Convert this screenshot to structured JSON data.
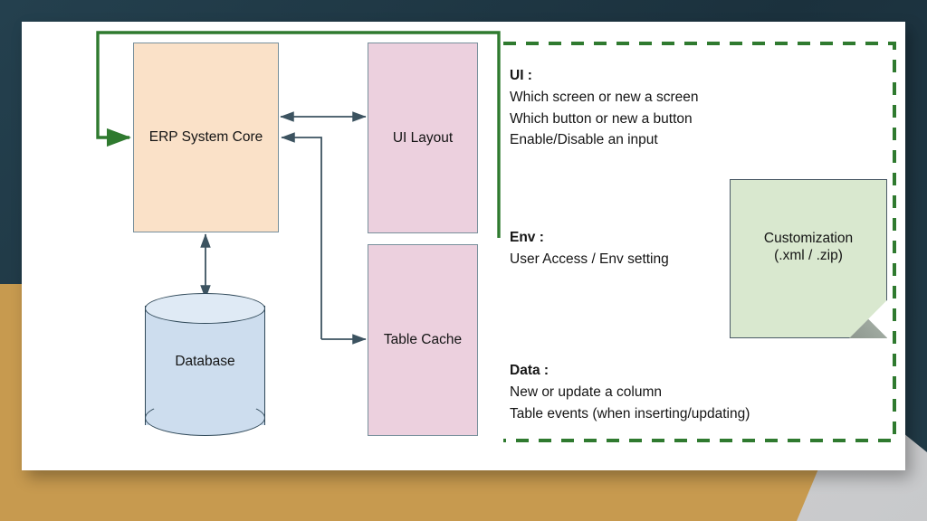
{
  "diagram": {
    "title_context": "ERP customization architecture slide",
    "nodes": {
      "erp_core": {
        "label": "ERP System Core",
        "fill": "#fae1c8",
        "stroke": "#78909c"
      },
      "ui_layout": {
        "label": "UI Layout",
        "fill": "#ecd0de",
        "stroke": "#78909c"
      },
      "table_cache": {
        "label": "Table Cache",
        "fill": "#ecd0de",
        "stroke": "#78909c"
      },
      "database": {
        "label": "Database",
        "fill": "#cdddee",
        "stroke": "#2f4858"
      },
      "customization_note": {
        "label": "Customization\n(.xml / .zip)",
        "fill": "#d9e8cf",
        "stroke": "#4a5a66"
      }
    },
    "panel": {
      "border_color": "#2f7a2f",
      "blocks": [
        {
          "title": "UI :",
          "lines": [
            "Which screen or new a screen",
            "Which button or new a button",
            "Enable/Disable an input"
          ]
        },
        {
          "title": "Env :",
          "lines": [
            "User Access / Env setting"
          ]
        },
        {
          "title": "Data :",
          "lines": [
            "New or update a column",
            "Table events (when inserting/updating)"
          ]
        }
      ]
    },
    "connectors": {
      "erp_ui_bidirectional": "ERP System Core <-> UI Layout",
      "table_cache_to_erp": "Table Cache -> ERP System Core",
      "erp_to_table_cache": "ERP System Core -> Table Cache",
      "erp_database_bidirectional": "ERP System Core <-> Database",
      "panel_to_erp": "Customization panel -> ERP System Core"
    },
    "colors": {
      "slide_background": "#ffffff",
      "page_background": "#1e3643",
      "accent_gold": "#c79a4f",
      "accent_green": "#2f7a2f",
      "connector": "#3c5360"
    }
  }
}
